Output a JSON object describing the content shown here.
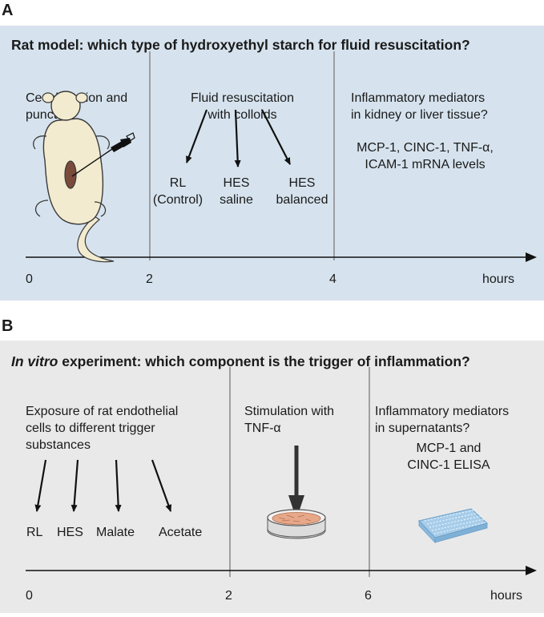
{
  "panelA": {
    "letter": "A",
    "title": "Rat model: which type of hydroxyethyl starch for fluid resuscitation?",
    "col1": "Cecal ligation and\npuncture",
    "col2": "Fluid resuscitation\nwith colloids",
    "col3": "Inflammatory mediators\nin kidney or liver tissue?",
    "groups": [
      "RL\n(Control)",
      "HES\nsaline",
      "HES\nbalanced"
    ],
    "mediators": "MCP-1, CINC-1, TNF-α,\nICAM-1 mRNA levels",
    "ticks": [
      "0",
      "2",
      "4"
    ],
    "unit": "hours"
  },
  "panelB": {
    "letter": "B",
    "title_italic": "In vitro",
    "title_rest": " experiment: which component is the trigger of inflammation?",
    "col1": "Exposure of rat endothelial\ncells to different trigger\nsubstances",
    "col2": "Stimulation with\nTNF-α",
    "col3": "Inflammatory mediators\nin supernatants?",
    "substances": [
      "RL",
      "HES",
      "Malate",
      "Acetate"
    ],
    "assay": "MCP-1 and\nCINC-1 ELISA",
    "ticks": [
      "0",
      "2",
      "6"
    ],
    "unit": "hours"
  },
  "colors": {
    "panelA_bg": "#d6e3ee",
    "panelB_bg": "#e9e9e9",
    "rat_body": "#f3ebcf",
    "incision": "#7a4a3a",
    "dish_cells": "#e7a88a",
    "plate": "#a7cdea"
  }
}
